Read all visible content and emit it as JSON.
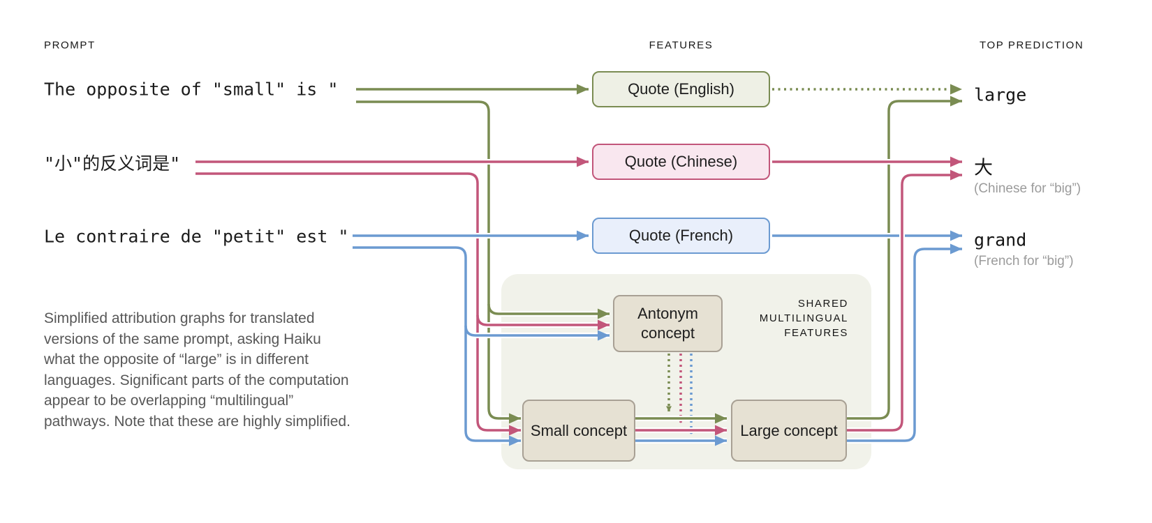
{
  "headers": {
    "prompt": "PROMPT",
    "features": "FEATURES",
    "top_prediction": "TOP PREDICTION"
  },
  "rows": [
    {
      "language": "English",
      "prompt": "The opposite of \"small\" is \"",
      "feature_label": "Quote (English)",
      "prediction": "large",
      "prediction_note": "",
      "line_color": "#7a8c52"
    },
    {
      "language": "Chinese",
      "prompt": "\"小\"的反义词是\"",
      "feature_label": "Quote (Chinese)",
      "prediction": "大",
      "prediction_note": "(Chinese for “big”)",
      "line_color": "#c2567a"
    },
    {
      "language": "French",
      "prompt": "Le contraire de \"petit\" est \"",
      "feature_label": "Quote (French)",
      "prediction": "grand",
      "prediction_note": "(French for “big”)",
      "line_color": "#6b9ad1"
    }
  ],
  "shared_region": {
    "label_lines": [
      "SHARED",
      "MULTILINGUAL",
      "FEATURES"
    ],
    "concepts": {
      "antonym": "Antonym concept",
      "small": "Small concept",
      "large": "Large concept"
    }
  },
  "caption": "Simplified attribution graphs for translated versions of the same prompt, asking Haiku what the opposite of “large” is in different languages. Significant parts of the computation appear to be overlapping “multilingual” pathways. Note that these are highly simplified.",
  "colors": {
    "english_line": "#7a8c52",
    "chinese_line": "#c2567a",
    "french_line": "#6b9ad1",
    "english_box_fill": "#eef0e5",
    "chinese_box_fill": "#f9e7ef",
    "french_box_fill": "#e9effb",
    "concept_box_fill": "#e6e1d3",
    "concept_box_border": "#a8a094",
    "shared_region_fill": "#f1f2ea",
    "caption_text": "#575757",
    "note_text": "#9b9b9b"
  }
}
